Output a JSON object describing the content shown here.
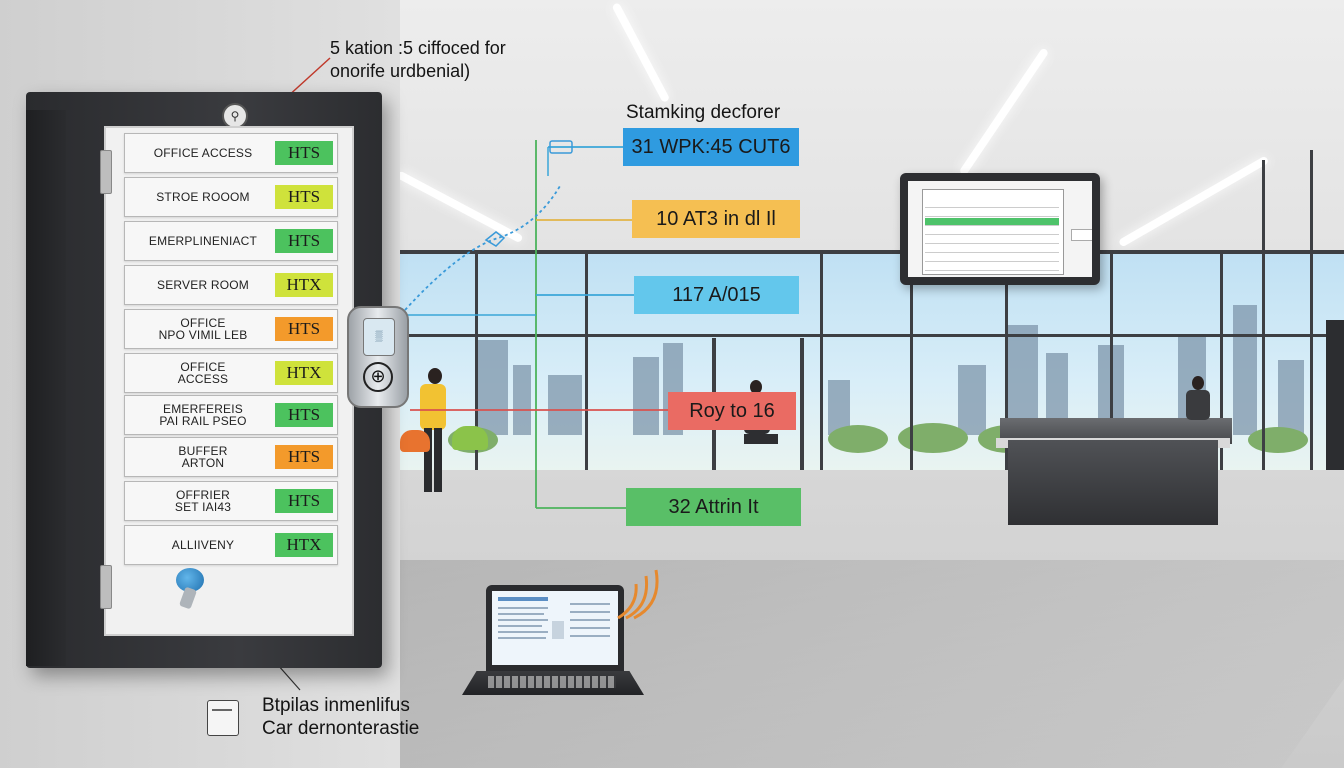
{
  "header": {
    "caption_line1": "5 kation :5 ciffoced for",
    "caption_line2": "onorife urdbenial)",
    "mid_caption": "Stamking decforer"
  },
  "cabinet": {
    "badge_glyph": "⚲",
    "rows": [
      {
        "label": "OFFICE ACCESS",
        "tag": "HTS",
        "color": "#4cc25e"
      },
      {
        "label": "STROE ROOOM",
        "tag": "HTS",
        "color": "#cfe23b"
      },
      {
        "label": "EMERPLINENIACT",
        "tag": "HTS",
        "color": "#4cc25e"
      },
      {
        "label": "SERVER ROOM",
        "tag": "HTX",
        "color": "#cfe23b"
      },
      {
        "label": "OFFICE\nNPO VIMIL LEB",
        "tag": "HTS",
        "color": "#f39a2b"
      },
      {
        "label": "OFFICE\nACCESS",
        "tag": "HTX",
        "color": "#cfe23b"
      },
      {
        "label": "EMERFEREIS\nPAI RAIL PSEO",
        "tag": "HTS",
        "color": "#4cc25e"
      },
      {
        "label": "BUFFER\nARTON",
        "tag": "HTS",
        "color": "#f39a2b"
      },
      {
        "label": "OFFRIER\nSET IAI43",
        "tag": "HTS",
        "color": "#4cc25e"
      },
      {
        "label": "ALLIIVENY",
        "tag": "HTX",
        "color": "#4cc25e"
      }
    ]
  },
  "keypad": {
    "button_glyph": "⊕",
    "screen_glyph": "▒"
  },
  "tags": [
    {
      "text": "31 WPK:45 CUT6",
      "color": "#2f9be0"
    },
    {
      "text": "10 AT3 in dl Il",
      "color": "#f5bf52"
    },
    {
      "text": "117 A/015",
      "color": "#63c7ec"
    },
    {
      "text": "Roy to 16",
      "color": "#ea6b63"
    },
    {
      "text": "32 Attrin It",
      "color": "#59bf67"
    }
  ],
  "footer": {
    "caption_line1": "Btpilas inmenlifus",
    "caption_line2": "Car dernonterastie"
  },
  "colors": {
    "line_blue": "#3aa6d8",
    "line_yellow": "#e2b447",
    "line_green": "#4cb35c",
    "line_red": "#d9534f",
    "dashed": "#3a9ad9"
  }
}
